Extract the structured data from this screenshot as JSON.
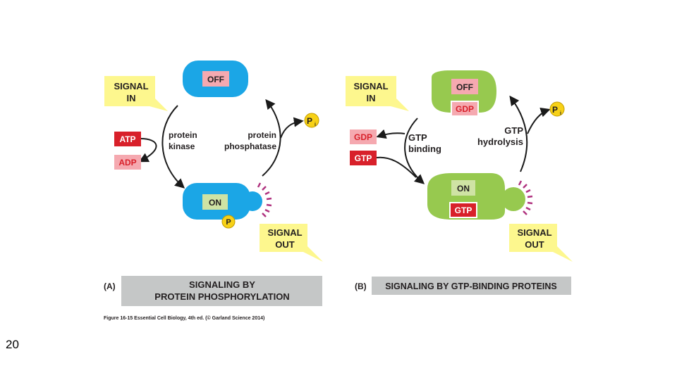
{
  "slide_number": "20",
  "colors": {
    "blue": "#1ba6e6",
    "green": "#97c94f",
    "label_pink": "#f5a9b0",
    "label_red": "#d8202a",
    "label_green": "#cfe3a4",
    "yellow_box": "#fdf78e",
    "phosphate_yellow": "#f7d117",
    "magenta_ticks": "#b0337f",
    "caption_gray": "#c5c7c7"
  },
  "panel_a": {
    "signal_in": [
      "SIGNAL",
      "IN"
    ],
    "off_label": "OFF",
    "on_label": "ON",
    "phosphate_label": "P",
    "pi_label": "P",
    "pi_subscript": "i",
    "atp_label": "ATP",
    "adp_label": "ADP",
    "kinase_label": [
      "protein",
      "kinase"
    ],
    "phosphatase_label": [
      "protein",
      "phosphatase"
    ],
    "signal_out": [
      "SIGNAL",
      "OUT"
    ],
    "panel_letter": "(A)",
    "caption": [
      "SIGNALING BY",
      "PROTEIN PHOSPHORYLATION"
    ]
  },
  "panel_b": {
    "signal_in": [
      "SIGNAL",
      "IN"
    ],
    "off_label": "OFF",
    "on_label": "ON",
    "gdp_bound_label": "GDP",
    "gtp_bound_label": "GTP",
    "gdp_released_label": "GDP",
    "gtp_input_label": "GTP",
    "pi_label": "P",
    "pi_subscript": "i",
    "binding_label": [
      "GTP",
      "binding"
    ],
    "hydrolysis_label": [
      "GTP",
      "hydrolysis"
    ],
    "signal_out": [
      "SIGNAL",
      "OUT"
    ],
    "panel_letter": "(B)",
    "caption": "SIGNALING BY GTP-BINDING PROTEINS"
  },
  "figure_credit": "Figure 16-15  Essential Cell Biology, 4th ed. (© Garland Science 2014)"
}
